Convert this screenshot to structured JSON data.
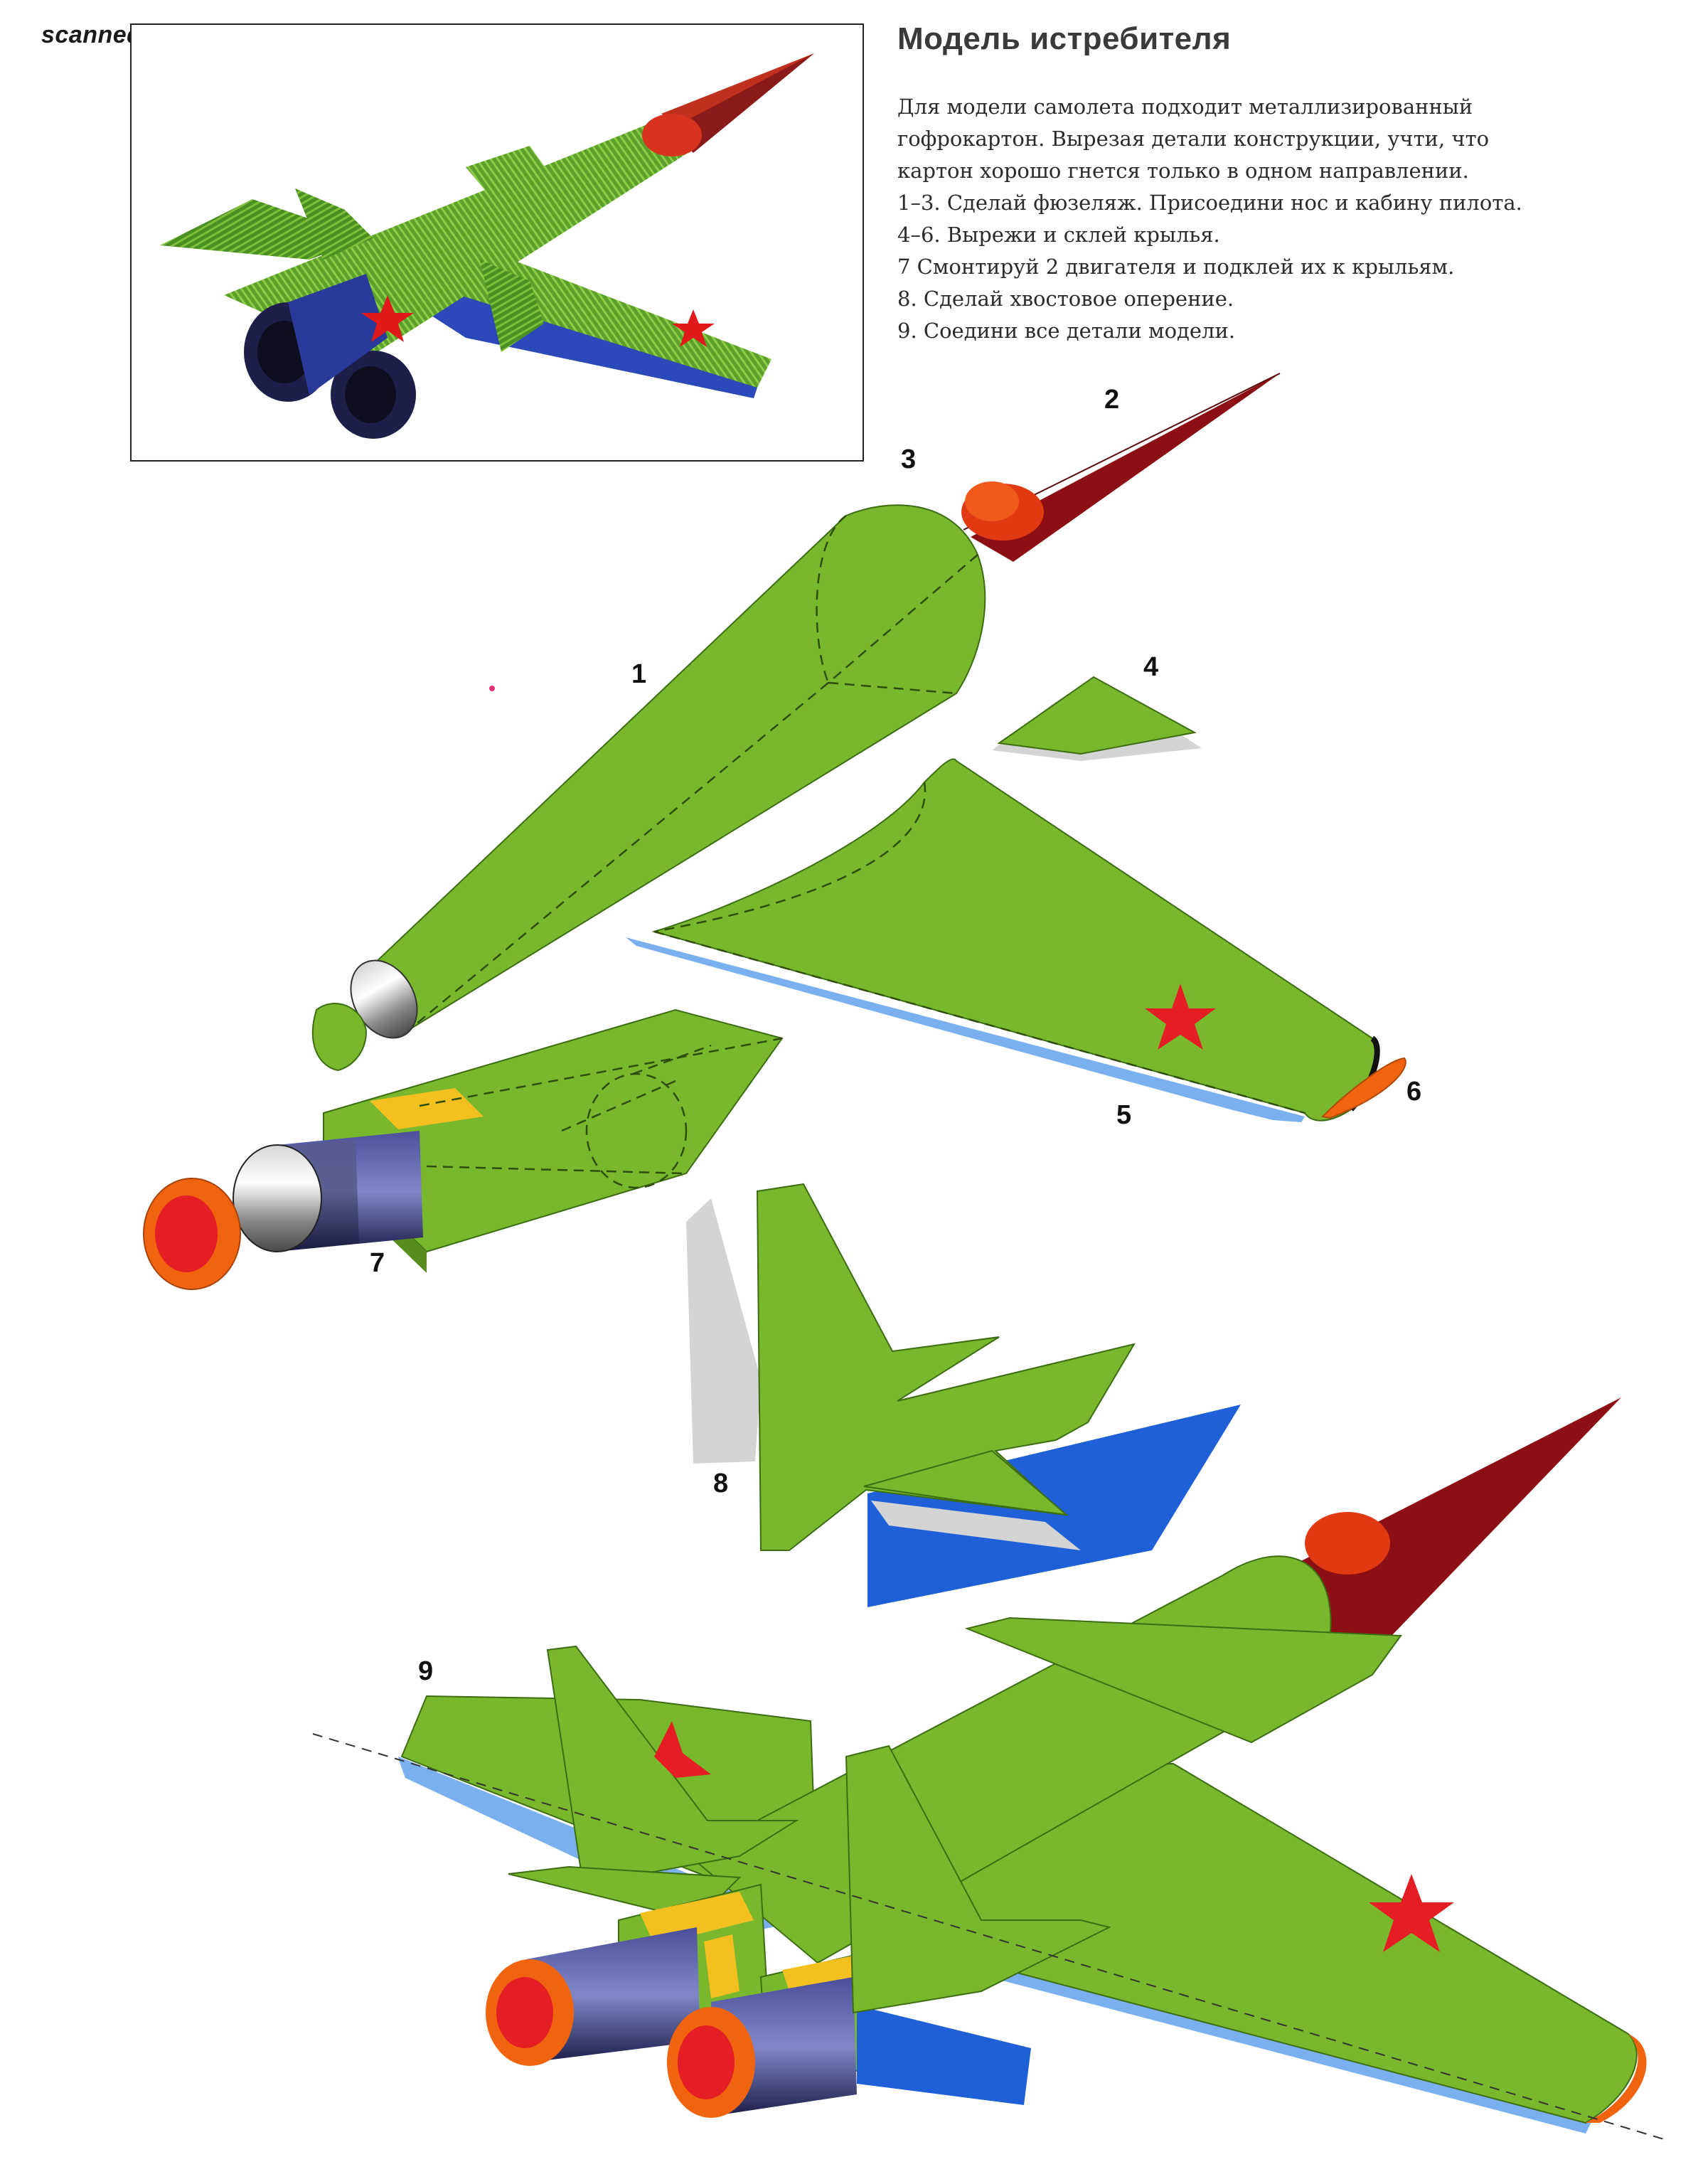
{
  "watermark": "scanned by Reina",
  "title": "Модель истребителя",
  "intro_lines": [
    "Для модели самолета подходит металлизированный",
    "гофрокартон. Вырезая детали конструкции, учти, что",
    "картон хорошо гнется только в одном направлении."
  ],
  "steps": [
    "1–3. Сделай фюзеляж. Присоедини нос и кабину пилота.",
    "4–6. Вырежи и склей крылья.",
    "7  Смонтируй 2 двигателя и подклей их к крыльям.",
    "8. Сделай хвостовое оперение.",
    "9. Соедини все детали модели."
  ],
  "part_labels": {
    "p1": "1",
    "p2": "2",
    "p3": "3",
    "p4": "4",
    "p5": "5",
    "p6": "6",
    "p7": "7",
    "p8": "8",
    "p9": "9"
  },
  "colors": {
    "green": "#7cbd2a",
    "dark_red": "#8b0f14",
    "red": "#e51e25",
    "orange": "#f0640f",
    "blue": "#1f5fd8",
    "light_blue": "#7ab0f0",
    "gray": "#d4d4d4",
    "yellow": "#f4c020",
    "navy": "#1f2452"
  }
}
